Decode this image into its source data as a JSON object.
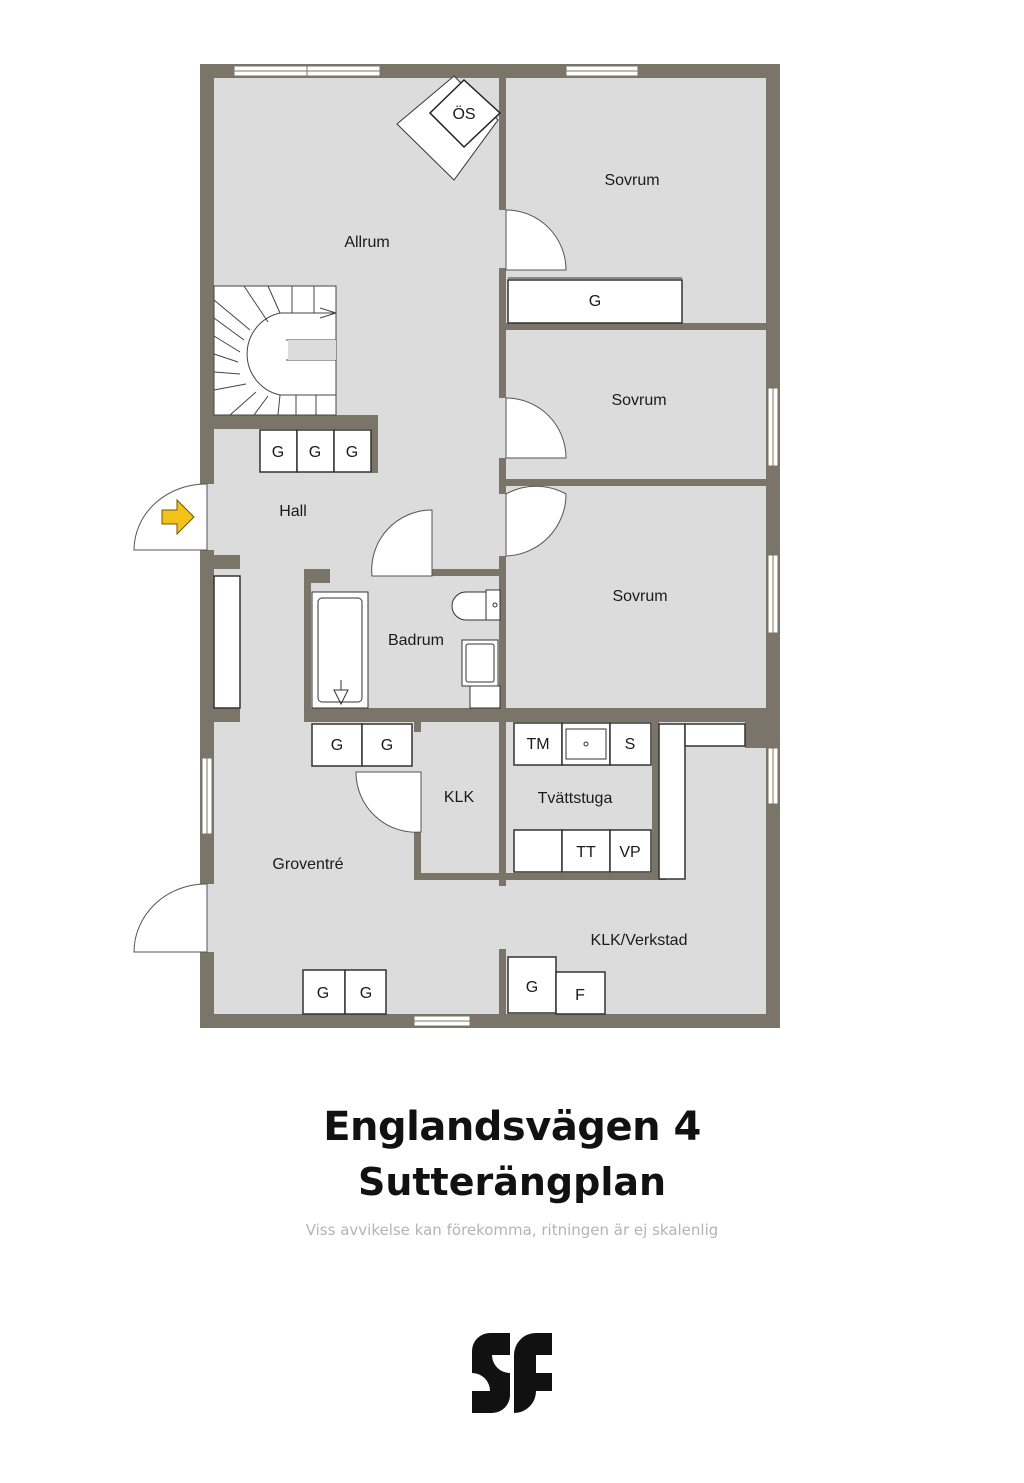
{
  "property": {
    "address": "Englandsvägen 4",
    "floor": "Sutterängplan",
    "disclaimer": "Viss avvikelse kan förekomma, ritningen är ej skalenlig"
  },
  "rooms": {
    "allrum": "Allrum",
    "sovrum_1": "Sovrum",
    "sovrum_2": "Sovrum",
    "sovrum_3": "Sovrum",
    "hall": "Hall",
    "badrum": "Badrum",
    "klk": "KLK",
    "tvattstuga": "Tvättstuga",
    "groventre": "Groventré",
    "klk_verkstad": "KLK/Verkstad"
  },
  "fixtures": {
    "os": "ÖS",
    "g": "G",
    "tm": "TM",
    "s": "S",
    "tt": "TT",
    "vp": "VP",
    "f": "F"
  },
  "colors": {
    "wall": "#7b7468",
    "floor": "#dcdcdc",
    "entrance_arrow": "#f2c21b"
  },
  "icons": {
    "entrance": "entrance-arrow-icon",
    "logo": "brand-logo"
  }
}
